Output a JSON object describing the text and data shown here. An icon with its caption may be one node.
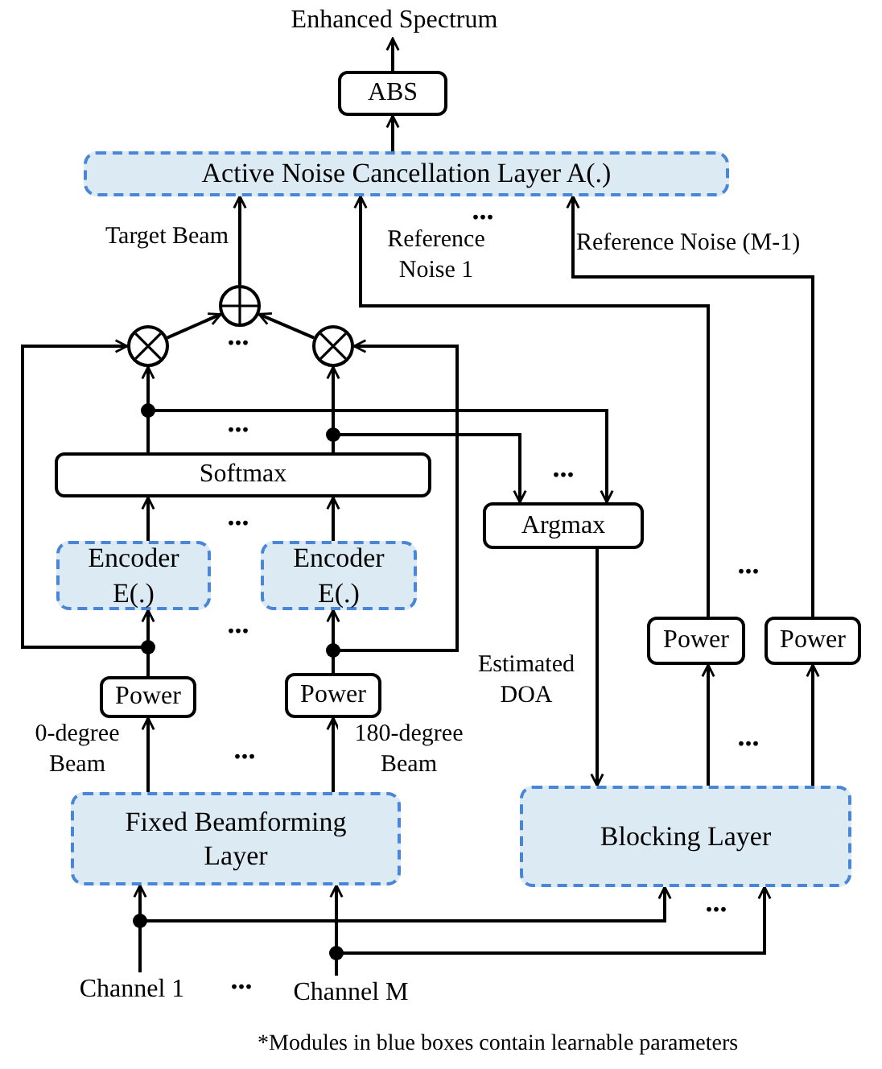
{
  "diagram": {
    "caption": "*Modules in blue boxes contain learnable parameters",
    "nodes": [
      {
        "text": [
          "Enhanced Spectrum"
        ]
      },
      {
        "text": [
          "ABS"
        ]
      },
      {
        "text": [
          "Active Noise Cancellation Layer A(.)"
        ]
      },
      {
        "text": [],
        "shape": "circle"
      },
      {
        "text": [],
        "shape": "circle"
      },
      {
        "text": [],
        "shape": "circle"
      },
      {
        "text": [
          "Softmax"
        ]
      },
      {
        "text": [
          "Encoder E(.)"
        ]
      },
      {
        "text": [
          "Encoder E(.)"
        ]
      },
      {
        "text": [
          "Argmax"
        ]
      },
      {
        "text": [
          "Power"
        ]
      },
      {
        "text": [
          "Power"
        ]
      },
      {
        "text": [
          "Power"
        ]
      },
      {
        "text": [
          "Power"
        ]
      },
      {
        "text": [
          "Fixed Beamforming Layer"
        ]
      },
      {
        "text": [
          "Blocking Layer"
        ]
      },
      {
        "text": [
          "Channel 1"
        ]
      },
      {
        "text": [
          "Channel M"
        ]
      }
    ],
    "edges": [
      {
        "from": 1,
        "to": 0,
        "arrow": "to"
      },
      {
        "from": 2,
        "to": 1,
        "arrow": "to"
      },
      {
        "from": 3,
        "to": 2,
        "arrow": "to",
        "label": "Target Beam"
      },
      {
        "from": 4,
        "to": 3,
        "arrow": "to"
      },
      {
        "from": 5,
        "to": 3,
        "arrow": "to"
      },
      {
        "from": 6,
        "to": 4,
        "arrow": "to"
      },
      {
        "from": 6,
        "to": 5,
        "arrow": "to"
      },
      {
        "from": 6,
        "to": 9,
        "arrow": "to"
      },
      {
        "from": 6,
        "to": 9,
        "arrow": "to"
      },
      {
        "from": 7,
        "to": 6,
        "arrow": "to"
      },
      {
        "from": 8,
        "to": 6,
        "arrow": "to"
      },
      {
        "from": 10,
        "to": 7,
        "arrow": "to"
      },
      {
        "from": 11,
        "to": 8,
        "arrow": "to"
      },
      {
        "from": 10,
        "to": 4,
        "arrow": "to"
      },
      {
        "from": 11,
        "to": 5,
        "arrow": "to"
      },
      {
        "from": 14,
        "to": 10,
        "arrow": "to",
        "label": "0-degree Beam"
      },
      {
        "from": 14,
        "to": 11,
        "arrow": "to",
        "label": "180-degree Beam"
      },
      {
        "from": 9,
        "to": 15,
        "arrow": "to",
        "label": "Estimated DOA"
      },
      {
        "from": 15,
        "to": 12,
        "arrow": "to"
      },
      {
        "from": 15,
        "to": 13,
        "arrow": "to"
      },
      {
        "from": 12,
        "to": 2,
        "arrow": "to",
        "label": "Reference Noise 1"
      },
      {
        "from": 13,
        "to": 2,
        "arrow": "to",
        "label": "Reference Noise (M-1)"
      },
      {
        "from": 16,
        "to": 14,
        "arrow": "to"
      },
      {
        "from": 16,
        "to": 15,
        "arrow": "to"
      },
      {
        "from": 17,
        "to": 14,
        "arrow": "to"
      },
      {
        "from": 17,
        "to": 15,
        "arrow": "to"
      }
    ],
    "labels": [
      "...",
      "...",
      "...",
      "...",
      "...",
      "...",
      "...",
      "...",
      "...",
      "...",
      "..."
    ]
  }
}
